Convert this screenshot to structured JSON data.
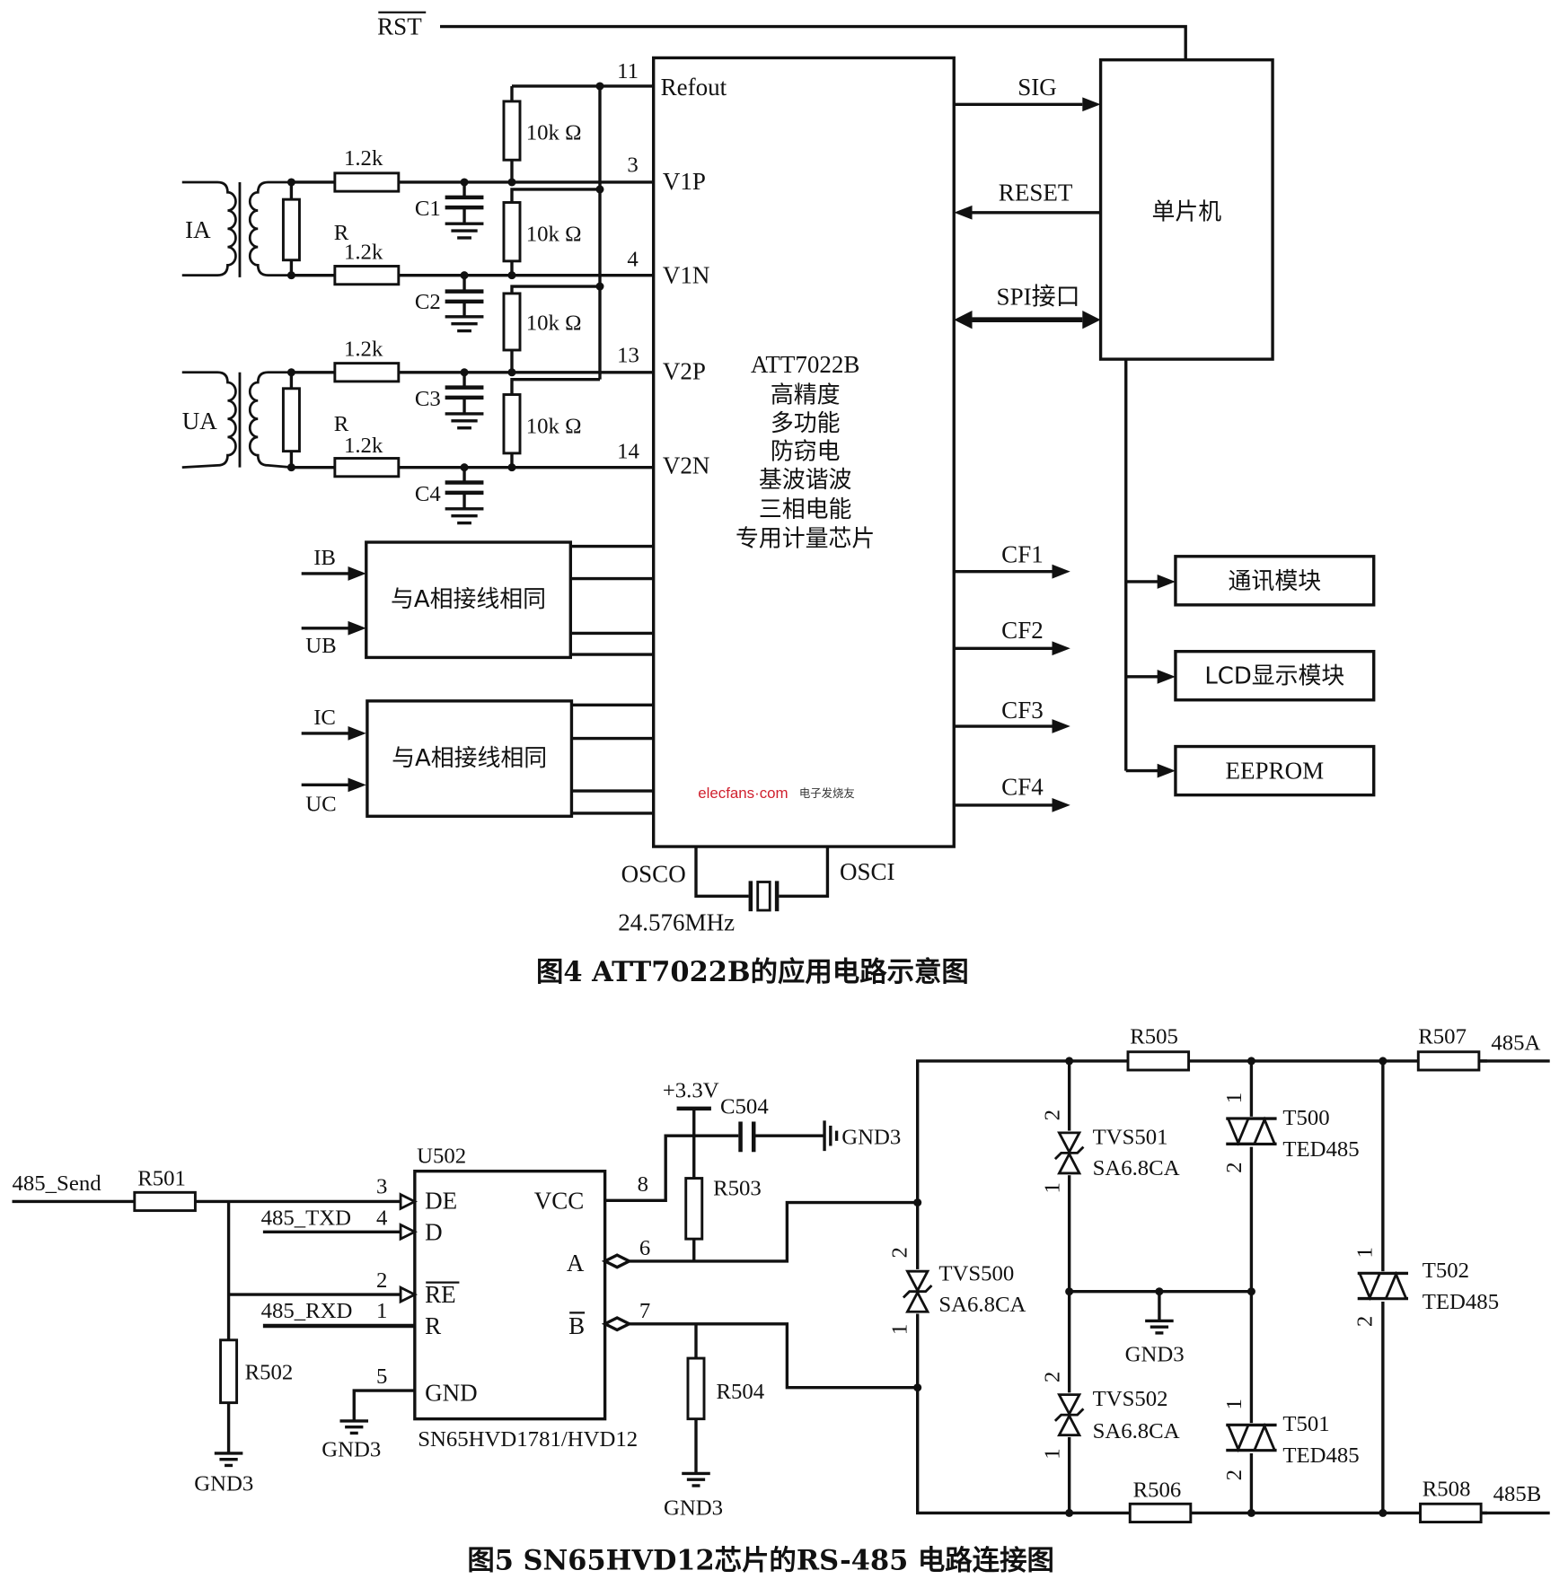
{
  "figure4": {
    "caption": "图4   ATT7022B的应用电路示意图",
    "rst_label": "RST",
    "chip": {
      "pins": [
        {
          "num": "11",
          "name": "Refout"
        },
        {
          "num": "3",
          "name": "V1P"
        },
        {
          "num": "4",
          "name": "V1N"
        },
        {
          "num": "13",
          "name": "V2P"
        },
        {
          "num": "14",
          "name": "V2N"
        }
      ],
      "description": [
        "ATT7022B",
        "高精度",
        "多功能",
        "防窃电",
        "基波谐波",
        "三相电能",
        "专用计量芯片"
      ],
      "osc_out": "OSCO",
      "osc_in": "OSCI",
      "crystal": "24.576MHz",
      "outputs": [
        "CF1",
        "CF2",
        "CF3",
        "CF4"
      ]
    },
    "mcu": {
      "label": "单片机",
      "signals": {
        "sig": "SIG",
        "reset": "RESET",
        "spi": "SPI接口"
      },
      "peripherals": [
        "通讯模块",
        "LCD显示模块",
        "EEPROM"
      ]
    },
    "phase_a": {
      "current_input": "IA",
      "voltage_input": "UA",
      "burden_resistor": "R",
      "series_resistor": "1.2k",
      "divider_resistor": "10k Ω",
      "capacitors": [
        "C1",
        "C2",
        "C3",
        "C4"
      ]
    },
    "phase_blocks": [
      {
        "inputs": [
          "IB",
          "UB"
        ],
        "label": "与A相接线相同"
      },
      {
        "inputs": [
          "IC",
          "UC"
        ],
        "label": "与A相接线相同"
      }
    ],
    "watermark": {
      "site": "elecfans·com",
      "text": "电子发烧友",
      "color": "#d0202e"
    }
  },
  "figure5": {
    "caption": "图5   SN65HVD12芯片的RS-485 电路连接图",
    "ic": {
      "ref": "U502",
      "part": "SN65HVD1781/HVD12",
      "pins_left": [
        {
          "num": "3",
          "name": "DE"
        },
        {
          "num": "4",
          "name": "D"
        },
        {
          "num": "2",
          "name": "RE"
        },
        {
          "num": "1",
          "name": "R"
        },
        {
          "num": "5",
          "name": "GND"
        }
      ],
      "pins_right": [
        {
          "num": "8",
          "name": "VCC"
        },
        {
          "num": "6",
          "name": "A"
        },
        {
          "num": "7",
          "name": "B"
        }
      ]
    },
    "nets": {
      "send": "485_Send",
      "txd": "485_TXD",
      "rxd": "485_RXD",
      "vcc": "+3.3V",
      "gnd": "GND3",
      "out_a": "485A",
      "out_b": "485B"
    },
    "resistors": [
      "R501",
      "R502",
      "R503",
      "R504",
      "R505",
      "R506",
      "R507",
      "R508"
    ],
    "capacitor": "C504",
    "tvs": [
      {
        "ref": "TVS500",
        "part": "SA6.8CA"
      },
      {
        "ref": "TVS501",
        "part": "SA6.8CA"
      },
      {
        "ref": "TVS502",
        "part": "SA6.8CA"
      }
    ],
    "thyristors": [
      {
        "ref": "T500",
        "part": "TED485"
      },
      {
        "ref": "T501",
        "part": "TED485"
      },
      {
        "ref": "T502",
        "part": "TED485"
      }
    ],
    "pin_marks": {
      "one": "1",
      "two": "2"
    }
  }
}
